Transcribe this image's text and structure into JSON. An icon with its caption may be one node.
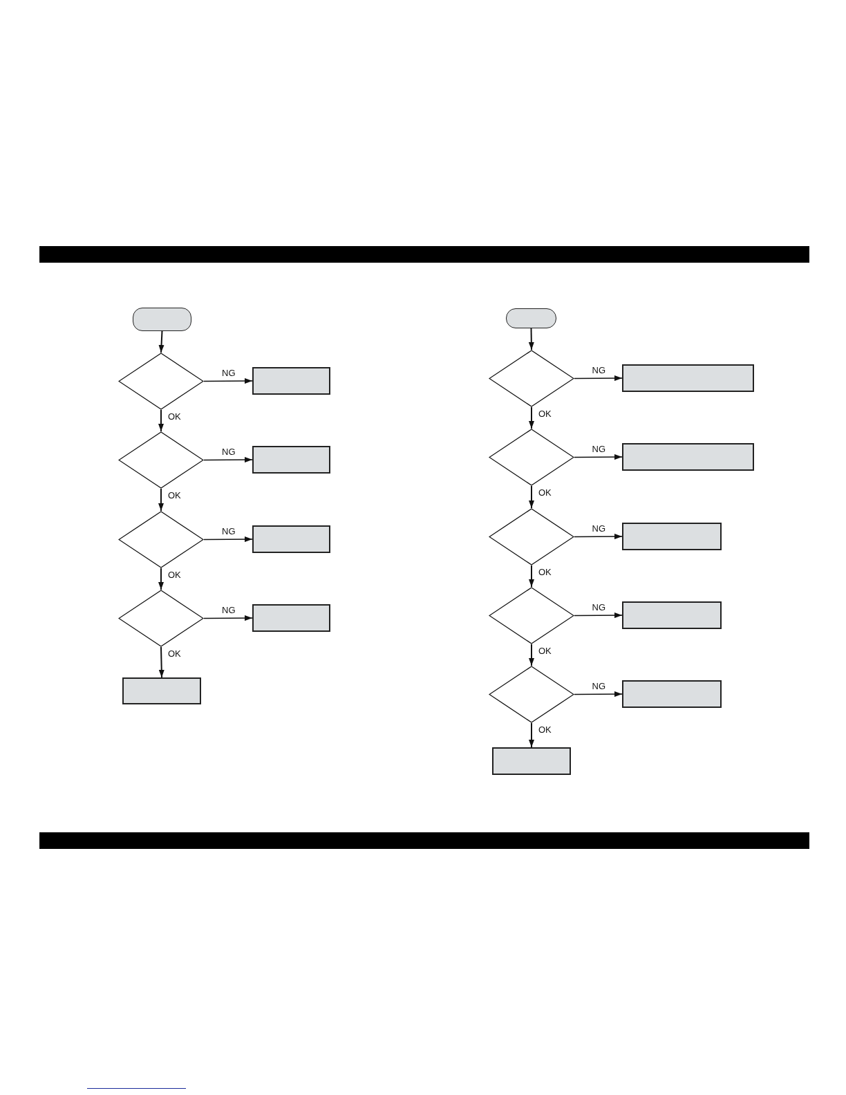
{
  "diagram": {
    "nodes": [
      {
        "text": [],
        "shape": "box"
      },
      {
        "text": [],
        "shape": "diamond"
      },
      {
        "text": [],
        "shape": "box"
      },
      {
        "text": [],
        "shape": "diamond"
      },
      {
        "text": [],
        "shape": "box"
      },
      {
        "text": [],
        "shape": "diamond"
      },
      {
        "text": [],
        "shape": "box"
      },
      {
        "text": [],
        "shape": "diamond"
      },
      {
        "text": [],
        "shape": "box"
      },
      {
        "text": [],
        "shape": "box"
      },
      {
        "text": [],
        "shape": "box"
      },
      {
        "text": [],
        "shape": "diamond"
      },
      {
        "text": [],
        "shape": "box"
      },
      {
        "text": [],
        "shape": "diamond"
      },
      {
        "text": [],
        "shape": "box"
      },
      {
        "text": [],
        "shape": "diamond"
      },
      {
        "text": [],
        "shape": "box"
      },
      {
        "text": [],
        "shape": "diamond"
      },
      {
        "text": [],
        "shape": "box"
      },
      {
        "text": [],
        "shape": "diamond"
      },
      {
        "text": [],
        "shape": "box"
      },
      {
        "text": [],
        "shape": "box"
      }
    ],
    "edges": [
      {
        "from": 0,
        "to": 1,
        "arrow": "to"
      },
      {
        "from": 1,
        "to": 2,
        "arrow": "to",
        "label": "NG"
      },
      {
        "from": 1,
        "to": 3,
        "arrow": "to",
        "label": "OK"
      },
      {
        "from": 3,
        "to": 4,
        "arrow": "to",
        "label": "NG"
      },
      {
        "from": 3,
        "to": 5,
        "arrow": "to",
        "label": "OK"
      },
      {
        "from": 5,
        "to": 6,
        "arrow": "to",
        "label": "NG"
      },
      {
        "from": 5,
        "to": 7,
        "arrow": "to",
        "label": "OK"
      },
      {
        "from": 7,
        "to": 8,
        "arrow": "to",
        "label": "NG"
      },
      {
        "from": 7,
        "to": 9,
        "arrow": "to",
        "label": "OK"
      },
      {
        "from": 10,
        "to": 11,
        "arrow": "to"
      },
      {
        "from": 11,
        "to": 12,
        "arrow": "to",
        "label": "NG"
      },
      {
        "from": 11,
        "to": 13,
        "arrow": "to",
        "label": "OK"
      },
      {
        "from": 13,
        "to": 14,
        "arrow": "to",
        "label": "NG"
      },
      {
        "from": 13,
        "to": 15,
        "arrow": "to",
        "label": "OK"
      },
      {
        "from": 15,
        "to": 16,
        "arrow": "to",
        "label": "NG"
      },
      {
        "from": 15,
        "to": 17,
        "arrow": "to",
        "label": "OK"
      },
      {
        "from": 17,
        "to": 18,
        "arrow": "to",
        "label": "NG"
      },
      {
        "from": 17,
        "to": 19,
        "arrow": "to",
        "label": "OK"
      },
      {
        "from": 19,
        "to": 20,
        "arrow": "to",
        "label": "NG"
      },
      {
        "from": 19,
        "to": 21,
        "arrow": "to",
        "label": "OK"
      }
    ]
  }
}
